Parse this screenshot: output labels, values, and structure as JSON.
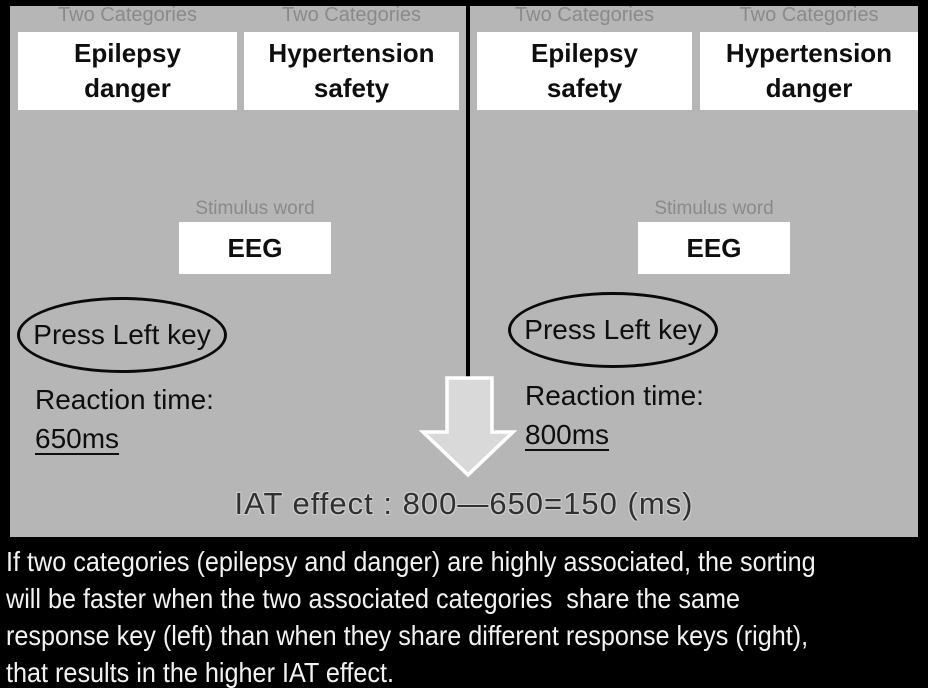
{
  "colors": {
    "page_background": "#000000",
    "panel_background": "#b6b6b6",
    "box_background": "#ffffff",
    "muted_label": "#8a8a8a",
    "ink": "#0e0e0e",
    "arrow_fill": "#d9d9d9",
    "arrow_outline": "#ffffff",
    "iat_text": "#303030",
    "caption_text": "#f2f2f2"
  },
  "panels": [
    {
      "side": "left",
      "categories_label_a": "Two Categories",
      "categories_label_b": "Two Categories",
      "category_box_a": {
        "line1": "Epilepsy",
        "line2": "danger"
      },
      "category_box_b": {
        "line1": "Hypertension",
        "line2": "safety"
      },
      "stimulus_label": "Stimulus word",
      "stimulus_word": "EEG",
      "key_instruction": "Press Left key",
      "reaction_time_label": "Reaction time:",
      "reaction_time_value": "650ms"
    },
    {
      "side": "right",
      "categories_label_a": "Two Categories",
      "categories_label_b": "Two Categories",
      "category_box_a": {
        "line1": "Epilepsy",
        "line2": "safety"
      },
      "category_box_b": {
        "line1": "Hypertension",
        "line2": "danger"
      },
      "stimulus_label": "Stimulus word",
      "stimulus_word": "EEG",
      "key_instruction": "Press Left key",
      "reaction_time_label": "Reaction time:",
      "reaction_time_value": "800ms"
    }
  ],
  "iat_effect_line": "IAT effect : 800—650=150 (ms)",
  "caption_lines": [
    "If two categories (epilepsy and danger) are highly associated, the sorting",
    "will be faster when the two associated categories  share the same",
    "response key (left) than when they share different response keys (right),",
    "that results in the higher IAT effect."
  ]
}
